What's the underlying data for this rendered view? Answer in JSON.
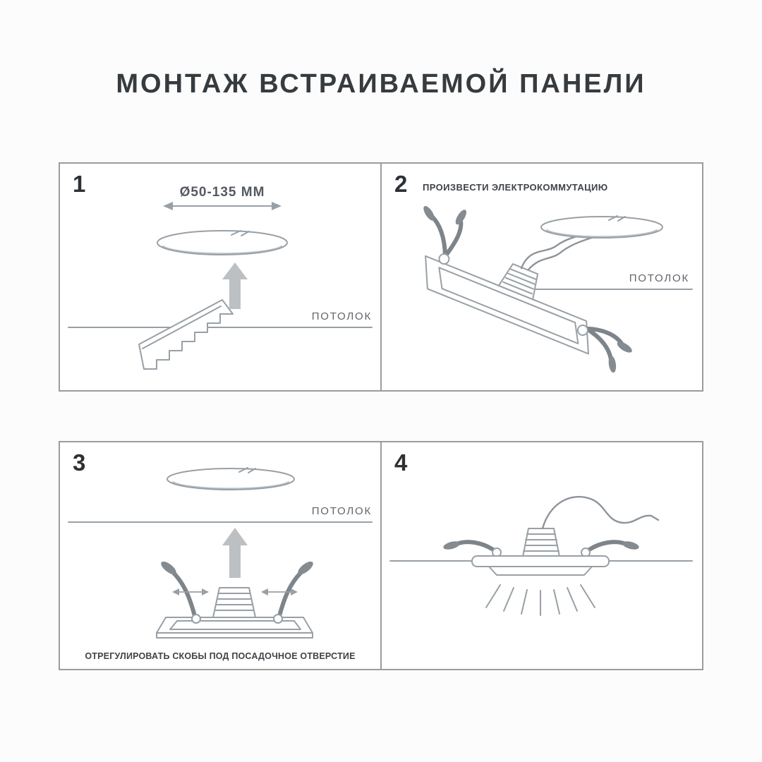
{
  "title": "МОНТАЖ ВСТРАИВАЕМОЙ ПАНЕЛИ",
  "panels": [
    {
      "number": "1",
      "dimension_label": "Ø50-135 ММ",
      "ceiling_label": "ПОТОЛОК"
    },
    {
      "number": "2",
      "caption": "ПРОИЗВЕСТИ ЭЛЕКТРОКОММУТАЦИЮ",
      "ceiling_label": "ПОТОЛОК"
    },
    {
      "number": "3",
      "ceiling_label": "ПОТОЛОК",
      "caption": "ОТРЕГУЛИРОВАТЬ СКОБЫ ПОД ПОСАДОЧНОЕ ОТВЕРСТИЕ"
    },
    {
      "number": "4"
    }
  ],
  "colors": {
    "line_art": "#98a0a6",
    "clip_dark": "#7d848a",
    "arrow_fill": "#bcc0c3",
    "panel_border": "#9c9c9c",
    "title_text": "#363b3f"
  }
}
